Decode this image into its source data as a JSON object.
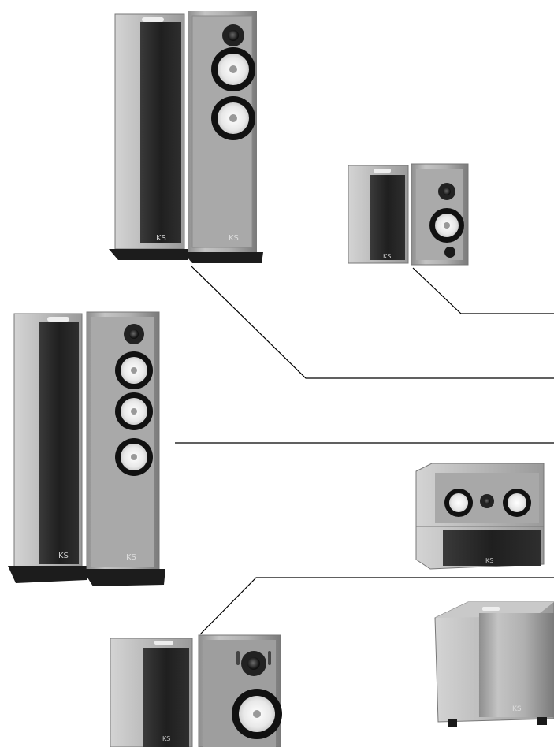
{
  "scene": {
    "description_visible_text": "",
    "colors": {
      "background": "#ffffff",
      "cabinet_light": "#bdbdbd",
      "cabinet_mid": "#9a9a9a",
      "cabinet_dark": "#6e6e6e",
      "grille": "#2a2a2a",
      "baffle": "#a8a8a8",
      "cone_white": "#f2f2f2",
      "surround": "#111111",
      "plinth": "#1c1c1c",
      "leader_line": "#000000"
    },
    "items": [
      {
        "name": "tall-floorstander-pair-top",
        "icon": "floorstanding-speaker"
      },
      {
        "name": "bookshelf-pair-small-top-right",
        "icon": "bookshelf-speaker"
      },
      {
        "name": "tall-floorstander-pair-large-left",
        "icon": "floorstanding-speaker"
      },
      {
        "name": "center-channel-speaker",
        "icon": "center-speaker"
      },
      {
        "name": "bookshelf-pair-bottom",
        "icon": "bookshelf-speaker"
      },
      {
        "name": "subwoofer",
        "icon": "subwoofer-speaker"
      }
    ]
  }
}
